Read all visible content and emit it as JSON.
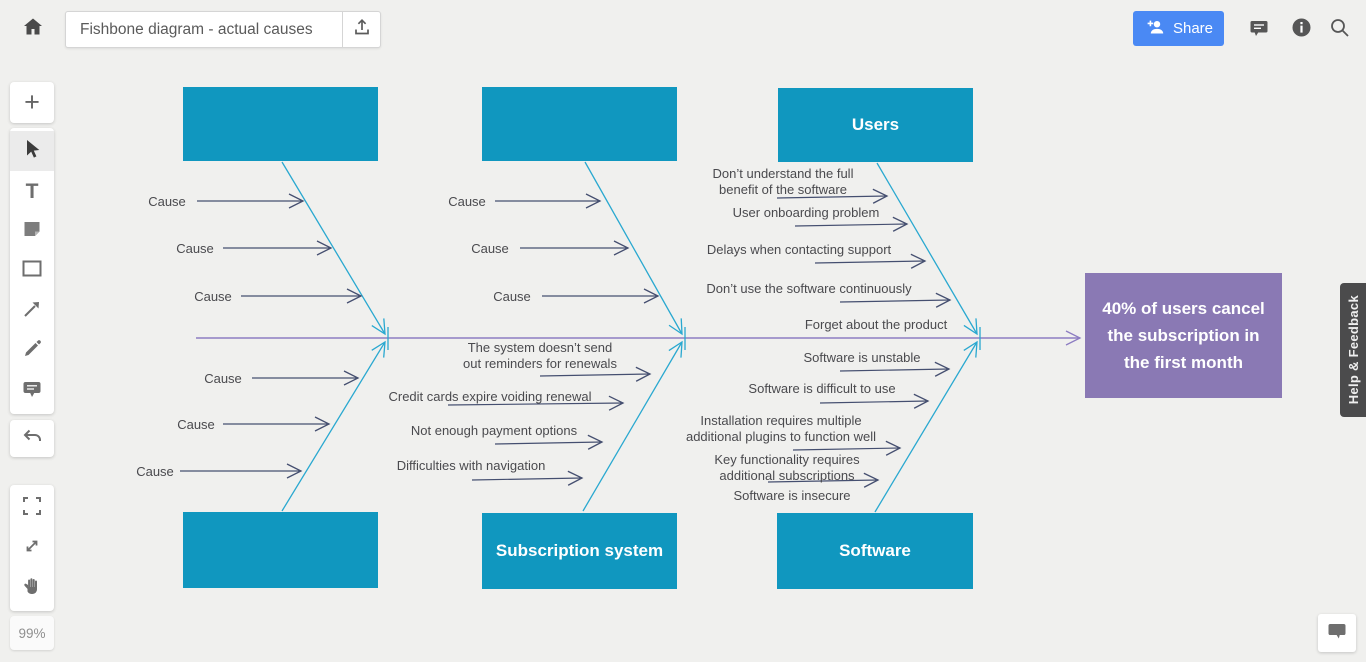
{
  "header": {
    "document_title": "Fishbone diagram - actual causes",
    "share_button_label": "Share"
  },
  "toolbar": {
    "zoom_level": "99%",
    "glyphs": {
      "plus_tool": "+",
      "text_tool": "T"
    },
    "tools": [
      "add",
      "select",
      "text",
      "note",
      "rectangle",
      "connector",
      "draw",
      "comment",
      "undo",
      "fullscreen",
      "fit",
      "pan"
    ]
  },
  "help_tab_label": "Help & Feedback",
  "fishbone": {
    "categories": {
      "top_left": "",
      "top_middle": "",
      "top_right": "Users",
      "bottom_left": "",
      "bottom_middle": "Subscription system",
      "bottom_right": "Software"
    },
    "effect": "40% of users cancel the subscription in the first month",
    "left_top_causes": [
      "Cause",
      "Cause",
      "Cause"
    ],
    "left_bottom_causes": [
      "Cause",
      "Cause",
      "Cause"
    ],
    "middle_top_causes": [
      "Cause",
      "Cause",
      "Cause"
    ],
    "subscription_causes": [
      "The system doesn’t send\nout reminders for renewals",
      "Credit cards expire voiding renewal",
      "Not enough payment options",
      "Difficulties with navigation"
    ],
    "users_causes": [
      "Don’t understand the full\nbenefit of the software",
      "User onboarding problem",
      "Delays when contacting support",
      "Don’t use the software continuously",
      "Forget about the product"
    ],
    "software_causes": [
      "Software is unstable",
      "Software is difficult to use",
      "Installation requires multiple\nadditional plugins to function well",
      "Key functionality requires\nadditional subscriptions",
      "Software is insecure"
    ]
  },
  "colors": {
    "category_fill": "#1097bf",
    "effect_fill": "#8a79b4",
    "spine_color": "#8d7dc2",
    "rib_color": "#29a8d0",
    "arrow_color": "#454f70",
    "accent_blue": "#4a89f4"
  }
}
